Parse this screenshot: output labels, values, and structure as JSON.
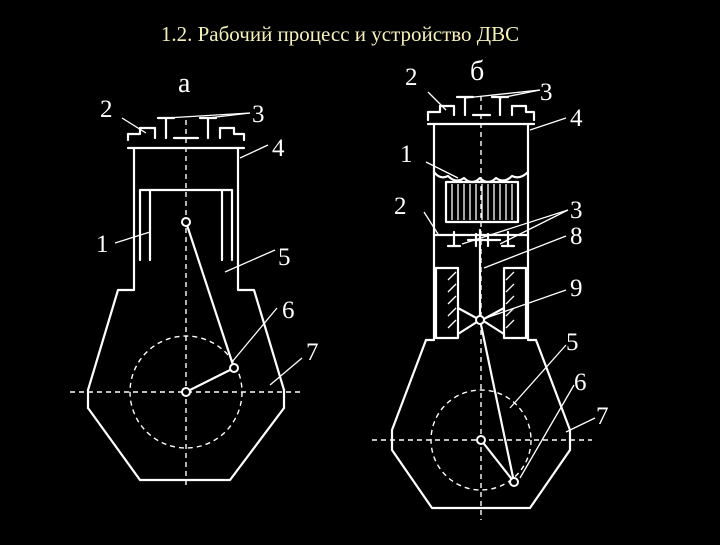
{
  "slide": {
    "title": "1.2. Рабочий процесс и устройство ДВС"
  },
  "diagram_a": {
    "label": "а",
    "callouts": [
      "2",
      "3",
      "4",
      "1",
      "5",
      "6",
      "7"
    ]
  },
  "diagram_b": {
    "label": "б",
    "callouts": [
      "2",
      "3",
      "4",
      "1",
      "2",
      "3",
      "8",
      "9",
      "5",
      "6",
      "7"
    ]
  },
  "colors": {
    "background": "#000000",
    "lines": "#ffffff",
    "title": "#f5f1b8"
  }
}
